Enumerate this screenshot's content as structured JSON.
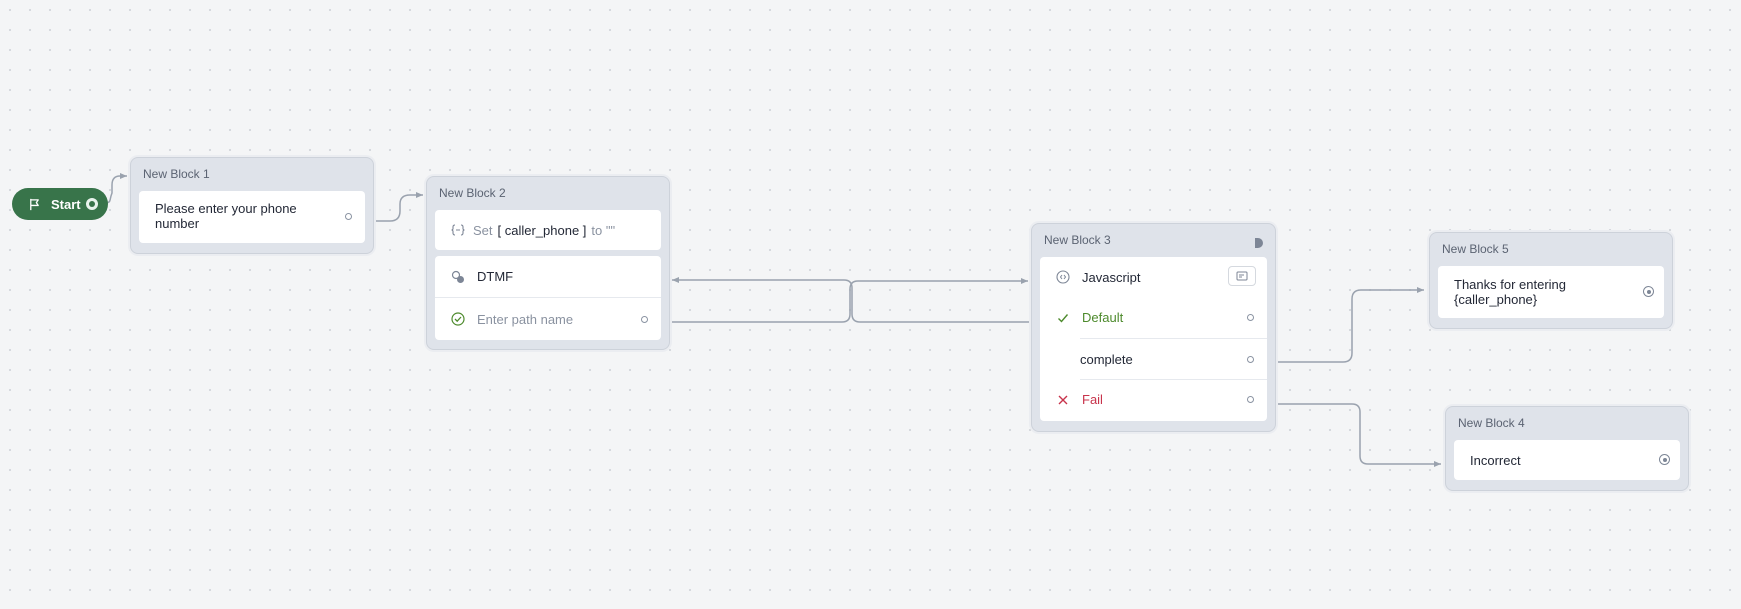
{
  "start": {
    "label": "Start"
  },
  "block1": {
    "title": "New Block 1",
    "text": "Please enter your phone number"
  },
  "block2": {
    "title": "New Block 2",
    "set_prefix": "Set",
    "set_var": "[ caller_phone ]",
    "set_suffix": "to \"\"",
    "dtmf_label": "DTMF",
    "path_placeholder": "Enter path name"
  },
  "block3": {
    "title": "New Block 3",
    "js_label": "Javascript",
    "paths": [
      {
        "label": "Default",
        "color": "#4d8a2c"
      },
      {
        "label": "complete",
        "color": "#232836"
      },
      {
        "label": "Fail",
        "color": "#c8334b"
      }
    ]
  },
  "block5": {
    "title": "New Block 5",
    "text": "Thanks for entering {caller_phone}"
  },
  "block4": {
    "title": "New Block 4",
    "text": "Incorrect"
  },
  "colors": {
    "start": "#38744a",
    "wire": "#9aa2ae",
    "canvas": "#f4f5f6"
  }
}
